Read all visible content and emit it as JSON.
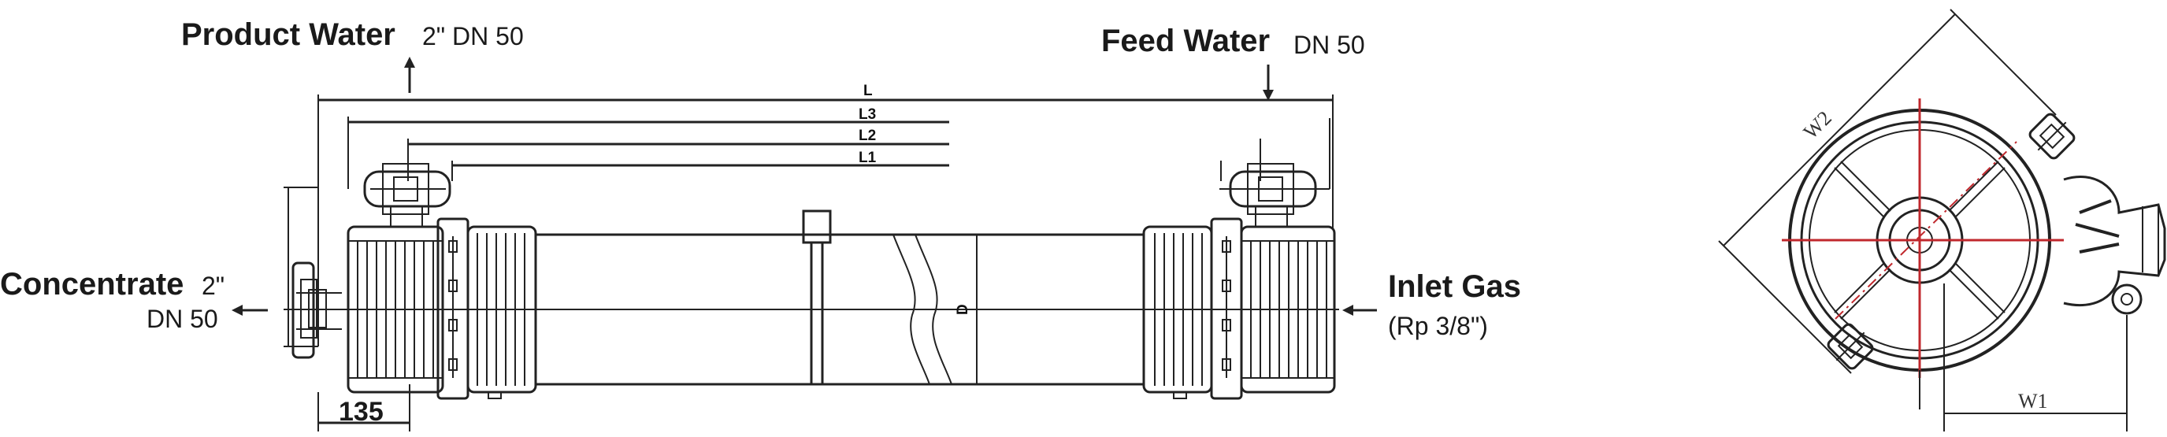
{
  "labels": {
    "product_water": "Product Water",
    "product_water_spec": "2\" DN 50",
    "feed_water": "Feed Water",
    "feed_water_spec": "DN 50",
    "concentrate": "Concentrate",
    "concentrate_spec_1": "2\"",
    "concentrate_spec_2": "DN 50",
    "inlet_gas": "Inlet Gas",
    "inlet_gas_spec": "(Rp 3/8\")"
  },
  "dimensions": {
    "L": "L",
    "L3": "L3",
    "L2": "L2",
    "L1": "L1",
    "D": "D",
    "end_length": "135",
    "W1": "W1",
    "W2": "W2"
  },
  "colors": {
    "line": "#222222",
    "centerline": "#c0282d",
    "text": "#1a1a1a"
  }
}
